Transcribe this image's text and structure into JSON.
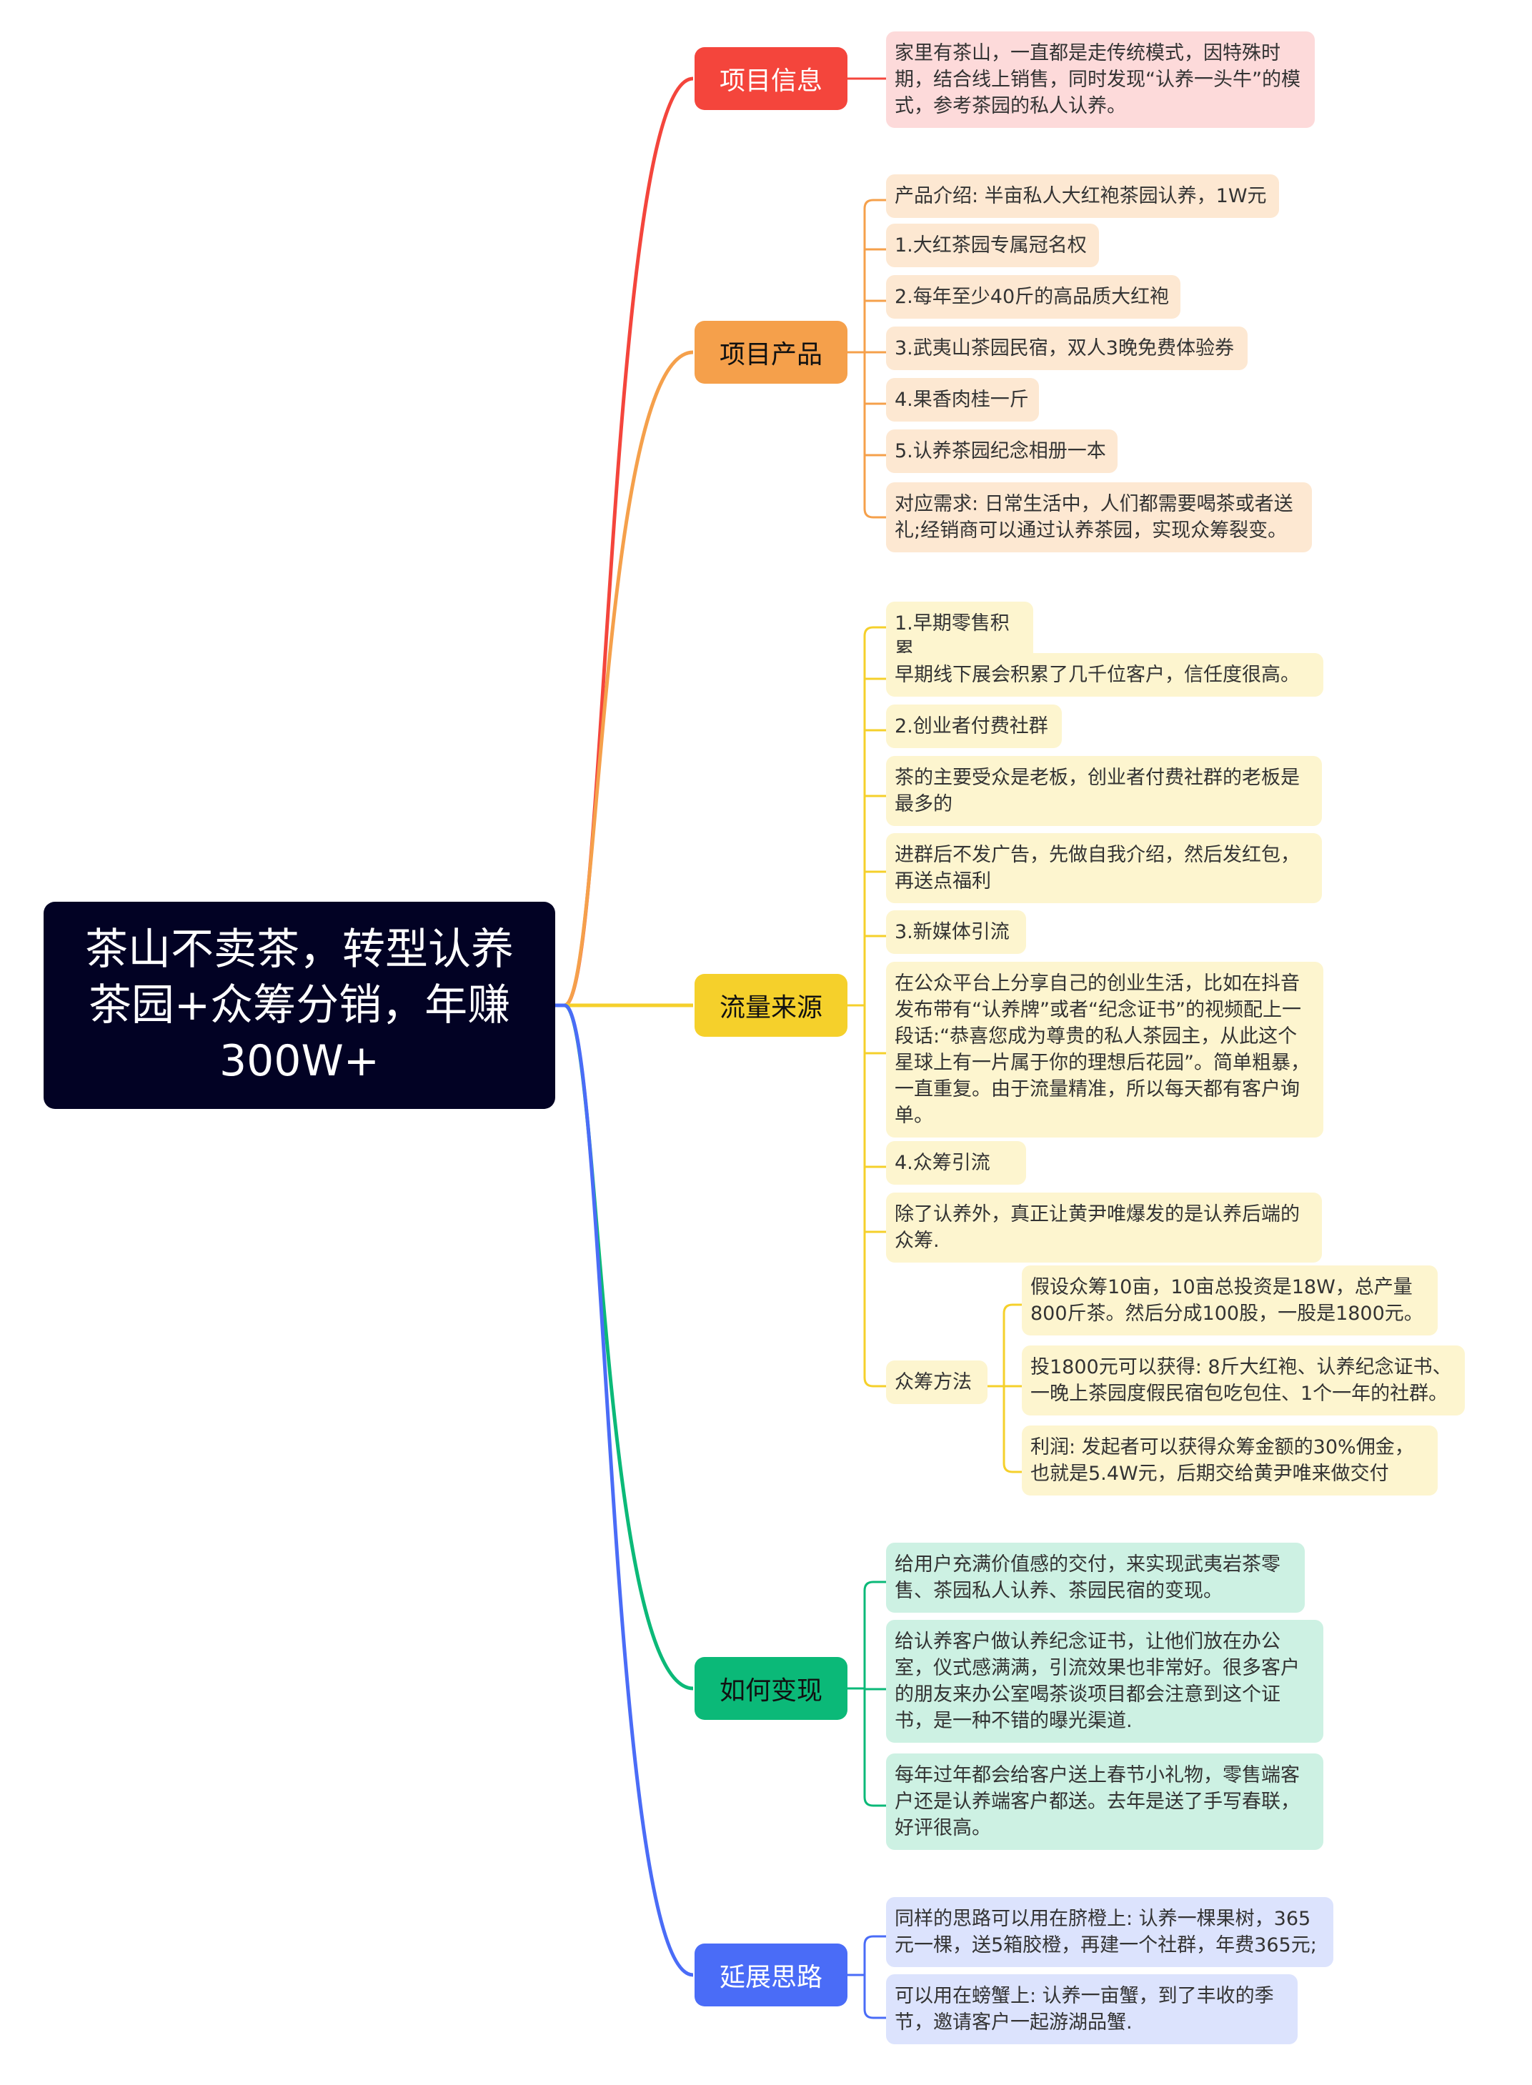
{
  "root": {
    "title": "茶山不卖茶，转型认养茶园+众筹分销，年赚300W+"
  },
  "colors": {
    "root_bg": "#020224",
    "info": "#f4453c",
    "product": "#f5a04b",
    "traffic": "#f5d02b",
    "monetize": "#0bb978",
    "extend": "#4a6cf7"
  },
  "branches": {
    "info": {
      "label": "项目信息",
      "items": [
        "家里有茶山，一直都是走传统模式，因特殊时期，结合线上销售，同时发现“认养一头牛”的模式，参考茶园的私人认养。"
      ]
    },
    "product": {
      "label": "项目产品",
      "items": [
        "产品介绍: 半亩私人大红袍茶园认养，1W元",
        "1.大红茶园专属冠名权",
        "2.每年至少40斤的高品质大红袍",
        "3.武夷山茶园民宿，双人3晚免费体验券",
        "4.果香肉桂一斤",
        "5.认养茶园纪念相册一本",
        "对应需求: 日常生活中，人们都需要喝茶或者送礼;经销商可以通过认养茶园，实现众筹裂变。"
      ]
    },
    "traffic": {
      "label": "流量来源",
      "items": [
        "1.早期零售积累",
        "早期线下展会积累了几千位客户，信任度很高。",
        "2.创业者付费社群",
        "茶的主要受众是老板，创业者付费社群的老板是最多的",
        "进群后不发广告，先做自我介绍，然后发红包，再送点福利",
        "3.新媒体引流",
        "在公众平台上分享自己的创业生活，比如在抖音发布带有“认养牌”或者“纪念证书”的视频配上一段话:“恭喜您成为尊贵的私人茶园主，从此这个星球上有一片属于你的理想后花园”。简单粗暴，一直重复。由于流量精准，所以每天都有客户询单。",
        "4.众筹引流",
        "除了认养外，真正让黄尹唯爆发的是认养后端的众筹.",
        "众筹方法"
      ],
      "sub": [
        "假设众筹10亩，10亩总投资是18W，总产量800斤茶。然后分成100股，一股是1800元。",
        "投1800元可以获得: 8斤大红袍、认养纪念证书、一晚上茶园度假民宿包吃包住、1个一年的社群。",
        "利润: 发起者可以获得众筹金额的30%佣金，也就是5.4W元，后期交给黄尹唯来做交付"
      ]
    },
    "monetize": {
      "label": "如何变现",
      "items": [
        "给用户充满价值感的交付，来实现武夷岩茶零售、茶园私人认养、茶园民宿的变现。",
        "给认养客户做认养纪念证书，让他们放在办公室，仪式感满满，引流效果也非常好。很多客户的朋友来办公室喝茶谈项目都会注意到这个证书，是一种不错的曝光渠道.",
        "每年过年都会给客户送上春节小礼物，零售端客户还是认养端客户都送。去年是送了手写春联，好评很高。"
      ]
    },
    "extend": {
      "label": "延展思路",
      "items": [
        "同样的思路可以用在脐橙上: 认养一棵果树，365元一棵，送5箱胶橙，再建一个社群，年费365元;",
        "可以用在螃蟹上: 认养一亩蟹，到了丰收的季节，邀请客户一起游湖品蟹."
      ]
    }
  }
}
